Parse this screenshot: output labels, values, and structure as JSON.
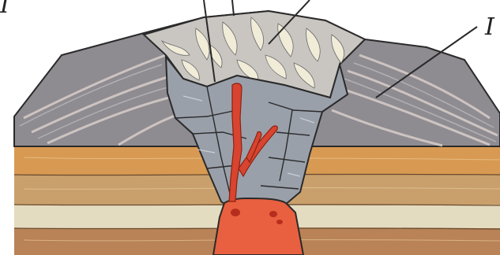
{
  "labels": {
    "left_partial": "I",
    "right": "I"
  },
  "colors": {
    "background": "#ffffff",
    "outline": "#2a2a2a",
    "cone_base": "#8e8b91",
    "cone_light": "#b7b3b8",
    "cone_streak": "#d8cfca",
    "crater_cap": "#c9c6c2",
    "crater_light": "#f1ecd8",
    "vent": "#9aa0aa",
    "magma": "#d8442f",
    "magma_dark": "#b52e1d",
    "magma_chamber": "#e8603f",
    "stratum_orange": "#d89a52",
    "stratum_tan": "#c9a06c",
    "stratum_light": "#e4dcc0",
    "stratum_brown": "#b98357"
  },
  "icons": [
    "volcano-cross-section-diagram"
  ]
}
